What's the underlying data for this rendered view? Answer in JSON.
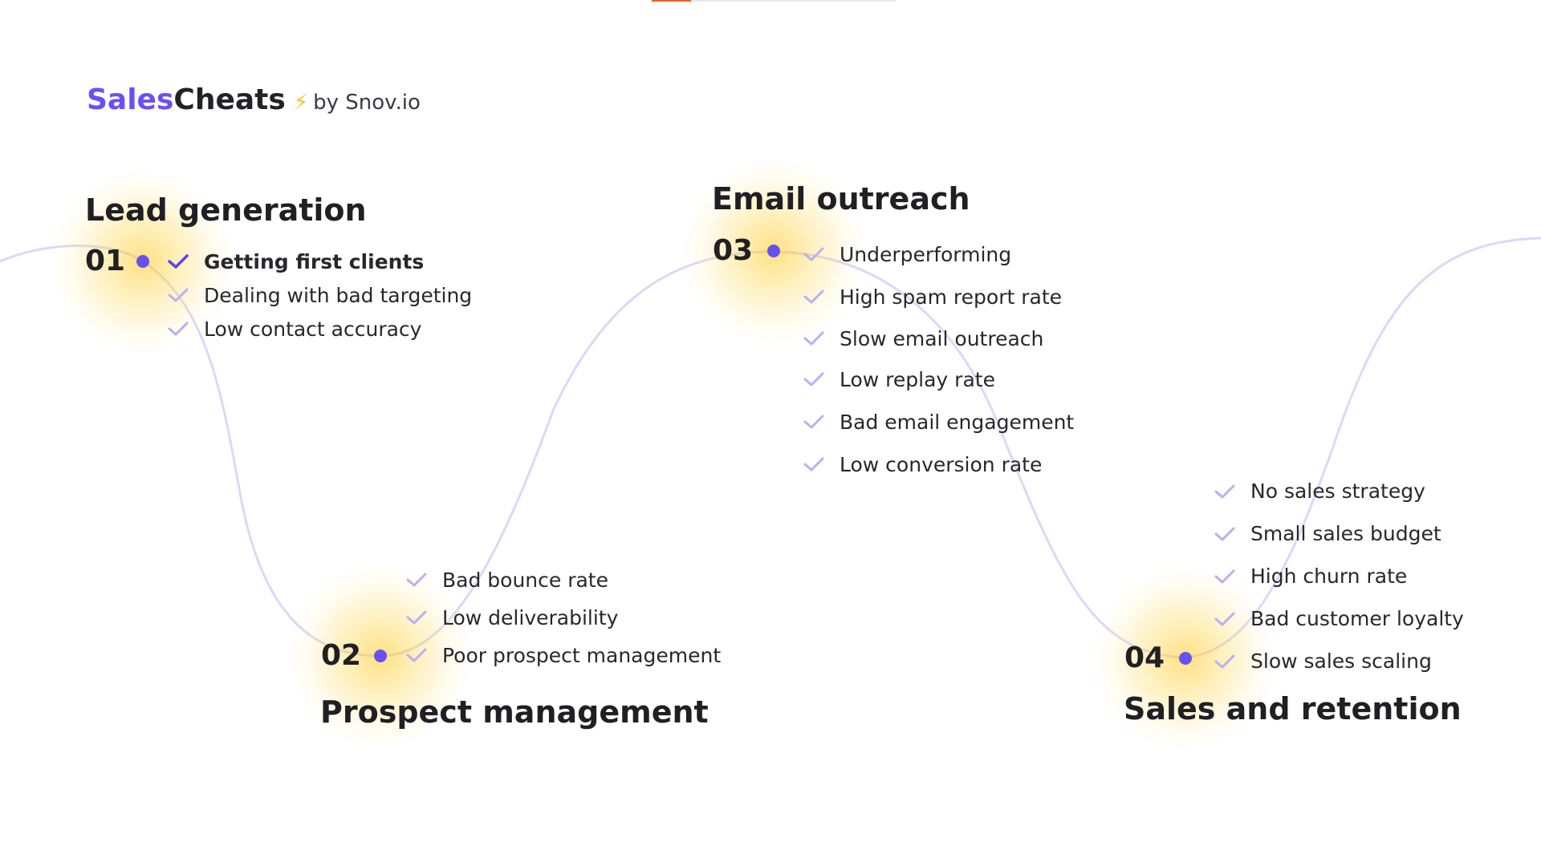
{
  "colors": {
    "accent": "#6650f2",
    "brand_purple": "#6a4ff7",
    "bolt": "#f5c11b",
    "check_light": "#b8b0f5",
    "check_active": "#5b44f0",
    "glow": "#ffc81e",
    "curve": "#dcd8f6",
    "progress_fill": "#e0642c"
  },
  "progress": {
    "fraction": 0.16
  },
  "logo": {
    "brand_part1": "Sales",
    "brand_part2": "Cheats",
    "icon": "lightning-bolt-icon",
    "by_text": "by Snov.io"
  },
  "stages": [
    {
      "number": "01",
      "title": "Lead generation",
      "items": [
        {
          "label": "Getting first clients",
          "active": true
        },
        {
          "label": "Dealing with bad targeting",
          "active": false
        },
        {
          "label": "Low contact accuracy",
          "active": false
        }
      ]
    },
    {
      "number": "02",
      "title": "Prospect management",
      "items": [
        {
          "label": "Bad bounce rate",
          "active": false
        },
        {
          "label": "Low deliverability",
          "active": false
        },
        {
          "label": "Poor prospect management",
          "active": false
        }
      ]
    },
    {
      "number": "03",
      "title": "Email outreach",
      "items": [
        {
          "label": "Underperforming",
          "active": false
        },
        {
          "label": "High spam report rate",
          "active": false
        },
        {
          "label": "Slow email outreach",
          "active": false
        },
        {
          "label": "Low replay rate",
          "active": false
        },
        {
          "label": "Bad email engagement",
          "active": false
        },
        {
          "label": "Low conversion rate",
          "active": false
        }
      ]
    },
    {
      "number": "04",
      "title": "Sales and retention",
      "items": [
        {
          "label": "No sales strategy",
          "active": false
        },
        {
          "label": "Small sales budget",
          "active": false
        },
        {
          "label": "High churn rate",
          "active": false
        },
        {
          "label": "Bad customer loyalty",
          "active": false
        },
        {
          "label": "Slow sales scaling",
          "active": false
        }
      ]
    }
  ]
}
